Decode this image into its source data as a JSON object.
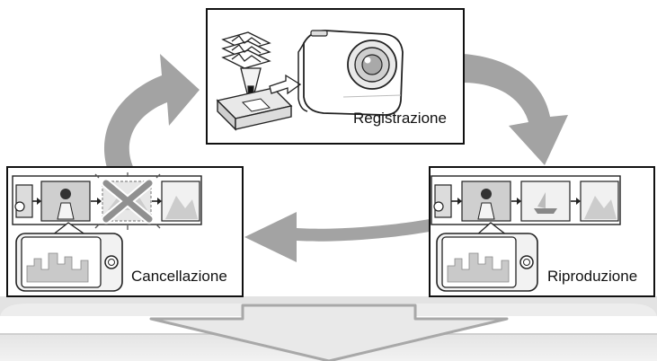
{
  "panels": {
    "top": {
      "label": "Registrazione"
    },
    "left": {
      "label": "Cancellazione"
    },
    "right": {
      "label": "Riproduzione"
    }
  },
  "flow_arrows": [
    "curved-arrow-left-up",
    "curved-arrow-right-down",
    "arrow-right-to-left",
    "arrow-down"
  ],
  "icons": [
    "camera-icon",
    "memory-card-icon",
    "photo-stack-icon",
    "film-strip-icon",
    "delete-x-icon",
    "display-device-icon"
  ],
  "colors": {
    "arrow": "#a3a3a3",
    "band": "#e6e6e6",
    "band_edge": "#c4c4c4",
    "frame": "#111111",
    "panel_bg": "#ffffff"
  }
}
